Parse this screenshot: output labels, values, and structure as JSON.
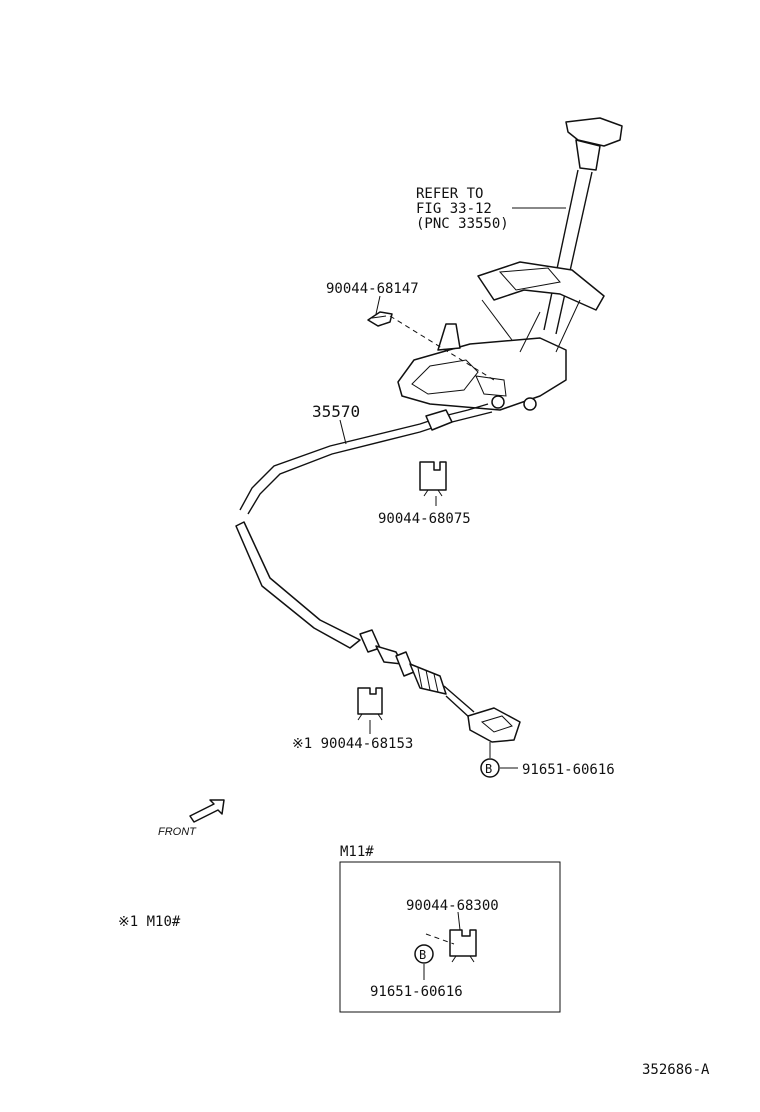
{
  "labels": {
    "refer_line1": "REFER TO",
    "refer_line2": "FIG 33-12",
    "refer_line3": "(PNC 33550)",
    "clip_top": "90044-68147",
    "cable": "35570",
    "clip_mid": "90044-68075",
    "clip_low": "※1 90044-68153",
    "marker_b": "B",
    "part_b": "91651-60616",
    "front": "FRONT",
    "note": "※1 M10#",
    "inset_title": "M11#",
    "inset_clip": "90044-68300",
    "inset_marker": "B",
    "inset_part": "91651-60616",
    "figure_id": "352686-A"
  }
}
